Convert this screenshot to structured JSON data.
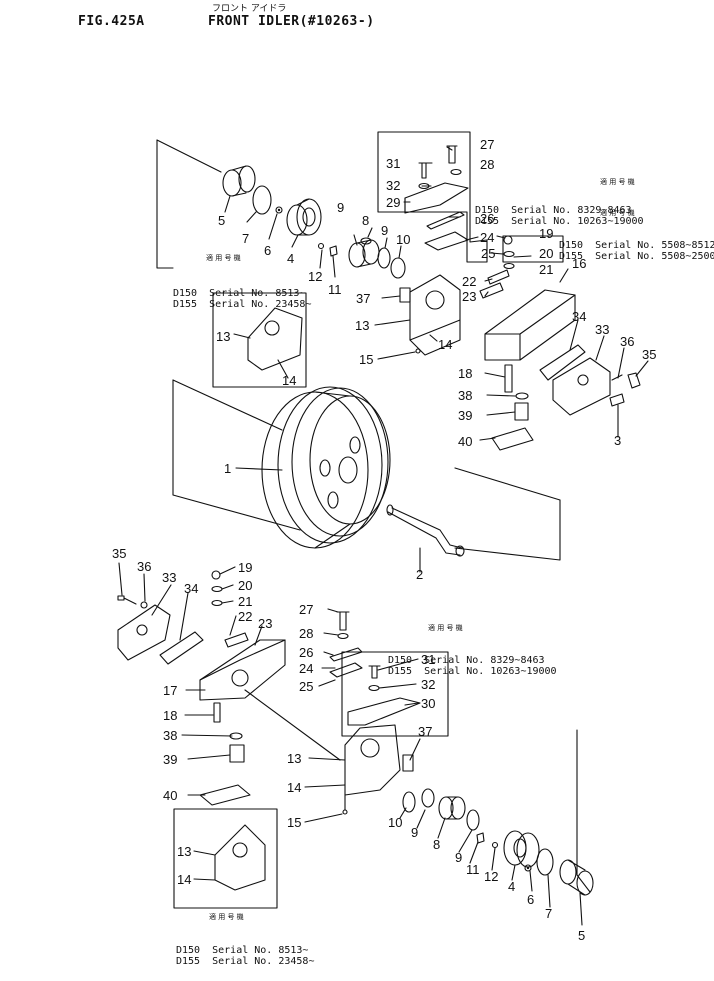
{
  "header": {
    "fig_label": "FIG.425A",
    "title": "FRONT IDLER(#10263-)",
    "kana": "フロント アイドラ"
  },
  "serial_header_jp": "適 用 号 機",
  "serial_blocks": [
    {
      "id": "s1",
      "lines": [
        "D150  Serial No. 8329~8463",
        "D155  Serial No. 10263~19000"
      ]
    },
    {
      "id": "s2",
      "lines": [
        "D150  Serial No. 5508~8512",
        "D155  Serial No. 5508~25000"
      ]
    },
    {
      "id": "s3",
      "lines": [
        "D150  Serial No. 8513~",
        "D155  Serial No. 23458~"
      ]
    },
    {
      "id": "s4",
      "lines": [
        "D150  Serial No. 8329~8463",
        "D155  Serial No. 10263~19000"
      ]
    },
    {
      "id": "s5",
      "lines": [
        "D150  Serial No. 8513~",
        "D155  Serial No. 23458~"
      ]
    }
  ],
  "callouts": [
    {
      "id": "c1",
      "text": "5"
    },
    {
      "id": "c2",
      "text": "7"
    },
    {
      "id": "c3",
      "text": "6"
    },
    {
      "id": "c4",
      "text": "4"
    },
    {
      "id": "c5",
      "text": "9"
    },
    {
      "id": "c6",
      "text": "8"
    },
    {
      "id": "c7",
      "text": "9"
    },
    {
      "id": "c8",
      "text": "10"
    },
    {
      "id": "c9",
      "text": "12"
    },
    {
      "id": "c10",
      "text": "11"
    },
    {
      "id": "c11",
      "text": "27"
    },
    {
      "id": "c12",
      "text": "31"
    },
    {
      "id": "c13",
      "text": "28"
    },
    {
      "id": "c14",
      "text": "32"
    },
    {
      "id": "c15",
      "text": "29"
    },
    {
      "id": "c16",
      "text": "26"
    },
    {
      "id": "c17",
      "text": "24"
    },
    {
      "id": "c18",
      "text": "19"
    },
    {
      "id": "c19",
      "text": "25"
    },
    {
      "id": "c20",
      "text": "20"
    },
    {
      "id": "c21",
      "text": "21"
    },
    {
      "id": "c22",
      "text": "16"
    },
    {
      "id": "c23",
      "text": "22"
    },
    {
      "id": "c24",
      "text": "23"
    },
    {
      "id": "c25",
      "text": "37"
    },
    {
      "id": "c26",
      "text": "13"
    },
    {
      "id": "c27",
      "text": "14"
    },
    {
      "id": "c28",
      "text": "15"
    },
    {
      "id": "c29",
      "text": "13"
    },
    {
      "id": "c30",
      "text": "14"
    },
    {
      "id": "c31",
      "text": "34"
    },
    {
      "id": "c32",
      "text": "33"
    },
    {
      "id": "c33",
      "text": "36"
    },
    {
      "id": "c34",
      "text": "35"
    },
    {
      "id": "c35",
      "text": "18"
    },
    {
      "id": "c36",
      "text": "38"
    },
    {
      "id": "c37",
      "text": "39"
    },
    {
      "id": "c38",
      "text": "3"
    },
    {
      "id": "c39",
      "text": "40"
    },
    {
      "id": "c40",
      "text": "1"
    },
    {
      "id": "c41",
      "text": "2"
    },
    {
      "id": "c42",
      "text": "35"
    },
    {
      "id": "c43",
      "text": "36"
    },
    {
      "id": "c44",
      "text": "33"
    },
    {
      "id": "c45",
      "text": "34"
    },
    {
      "id": "c46",
      "text": "19"
    },
    {
      "id": "c47",
      "text": "20"
    },
    {
      "id": "c48",
      "text": "21"
    },
    {
      "id": "c49",
      "text": "22"
    },
    {
      "id": "c50",
      "text": "23"
    },
    {
      "id": "c51",
      "text": "17"
    },
    {
      "id": "c52",
      "text": "18"
    },
    {
      "id": "c53",
      "text": "38"
    },
    {
      "id": "c54",
      "text": "39"
    },
    {
      "id": "c55",
      "text": "40"
    },
    {
      "id": "c56",
      "text": "27"
    },
    {
      "id": "c57",
      "text": "28"
    },
    {
      "id": "c58",
      "text": "26"
    },
    {
      "id": "c59",
      "text": "24"
    },
    {
      "id": "c60",
      "text": "31"
    },
    {
      "id": "c61",
      "text": "32"
    },
    {
      "id": "c62",
      "text": "25"
    },
    {
      "id": "c63",
      "text": "30"
    },
    {
      "id": "c64",
      "text": "37"
    },
    {
      "id": "c65",
      "text": "13"
    },
    {
      "id": "c66",
      "text": "14"
    },
    {
      "id": "c67",
      "text": "15"
    },
    {
      "id": "c68",
      "text": "10"
    },
    {
      "id": "c69",
      "text": "9"
    },
    {
      "id": "c70",
      "text": "8"
    },
    {
      "id": "c71",
      "text": "9"
    },
    {
      "id": "c72",
      "text": "11"
    },
    {
      "id": "c73",
      "text": "12"
    },
    {
      "id": "c74",
      "text": "4"
    },
    {
      "id": "c75",
      "text": "6"
    },
    {
      "id": "c76",
      "text": "7"
    },
    {
      "id": "c77",
      "text": "5"
    },
    {
      "id": "c78",
      "text": "13"
    },
    {
      "id": "c79",
      "text": "14"
    }
  ]
}
